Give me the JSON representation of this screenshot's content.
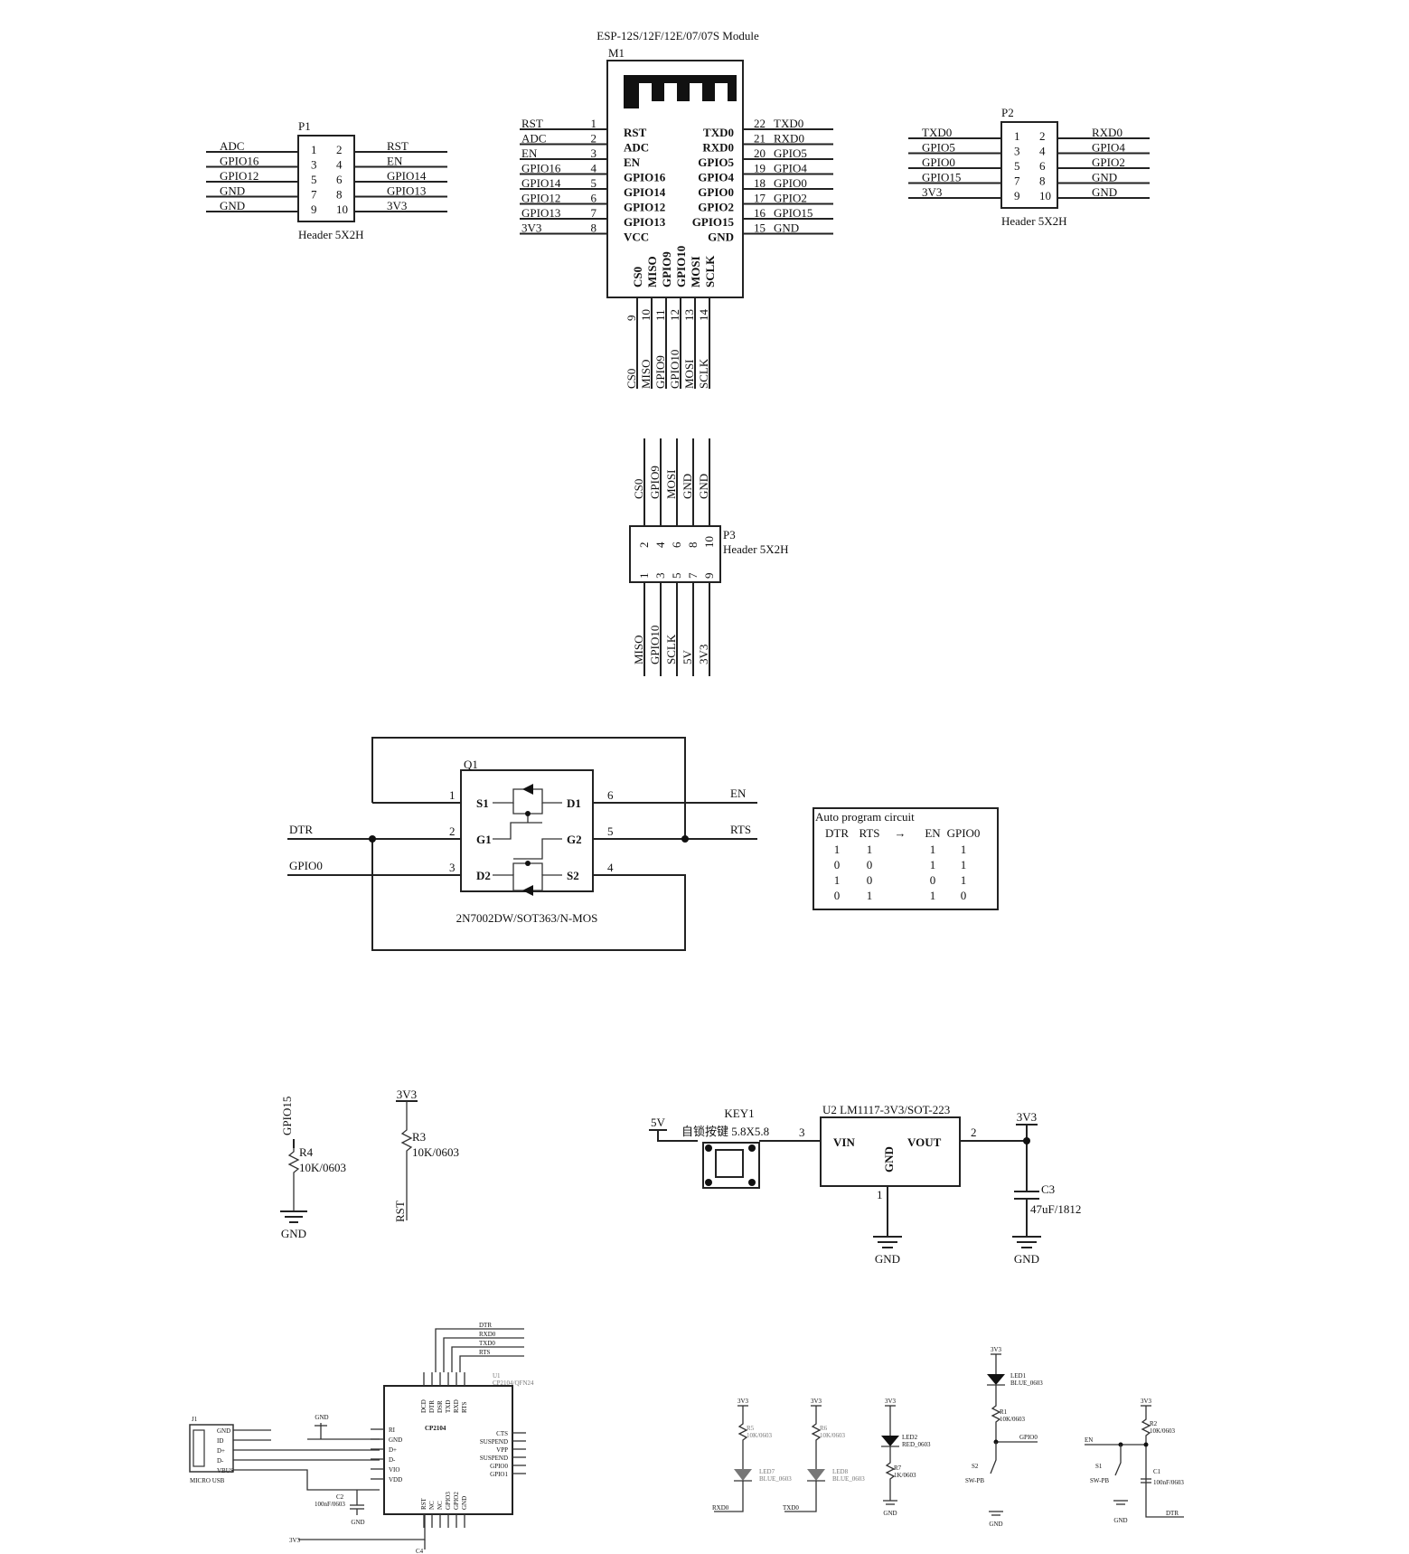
{
  "module": {
    "title": "ESP-12S/12F/12E/07/07S Module",
    "ref": "M1",
    "left_pins": [
      {
        "num": "1",
        "name": "RST",
        "net": "RST"
      },
      {
        "num": "2",
        "name": "ADC",
        "net": "ADC"
      },
      {
        "num": "3",
        "name": "EN",
        "net": "EN"
      },
      {
        "num": "4",
        "name": "GPIO16",
        "net": "GPIO16"
      },
      {
        "num": "5",
        "name": "GPIO14",
        "net": "GPIO14"
      },
      {
        "num": "6",
        "name": "GPIO12",
        "net": "GPIO12"
      },
      {
        "num": "7",
        "name": "GPIO13",
        "net": "GPIO13"
      },
      {
        "num": "8",
        "name": "VCC",
        "net": "3V3"
      }
    ],
    "right_pins": [
      {
        "num": "22",
        "name": "TXD0",
        "net": "TXD0"
      },
      {
        "num": "21",
        "name": "RXD0",
        "net": "RXD0"
      },
      {
        "num": "20",
        "name": "GPIO5",
        "net": "GPIO5"
      },
      {
        "num": "19",
        "name": "GPIO4",
        "net": "GPIO4"
      },
      {
        "num": "18",
        "name": "GPIO0",
        "net": "GPIO0"
      },
      {
        "num": "17",
        "name": "GPIO2",
        "net": "GPIO2"
      },
      {
        "num": "16",
        "name": "GPIO15",
        "net": "GPIO15"
      },
      {
        "num": "15",
        "name": "GND",
        "net": "GND"
      }
    ],
    "bottom_pins": [
      {
        "num": "9",
        "name": "CS0",
        "net": "CS0"
      },
      {
        "num": "10",
        "name": "MISO",
        "net": "MISO"
      },
      {
        "num": "11",
        "name": "GPIO9",
        "net": "GPIO9"
      },
      {
        "num": "12",
        "name": "GPIO10",
        "net": "GPIO10"
      },
      {
        "num": "13",
        "name": "MOSI",
        "net": "MOSI"
      },
      {
        "num": "14",
        "name": "SCLK",
        "net": "SCLK"
      }
    ]
  },
  "p1": {
    "ref": "P1",
    "footprint": "Header 5X2H",
    "rows": [
      {
        "l": "ADC",
        "a": "1",
        "b": "2",
        "r": "RST"
      },
      {
        "l": "GPIO16",
        "a": "3",
        "b": "4",
        "r": "EN"
      },
      {
        "l": "GPIO12",
        "a": "5",
        "b": "6",
        "r": "GPIO14"
      },
      {
        "l": "GND",
        "a": "7",
        "b": "8",
        "r": "GPIO13"
      },
      {
        "l": "GND",
        "a": "9",
        "b": "10",
        "r": "3V3"
      }
    ]
  },
  "p2": {
    "ref": "P2",
    "footprint": "Header 5X2H",
    "rows": [
      {
        "l": "TXD0",
        "a": "1",
        "b": "2",
        "r": "RXD0"
      },
      {
        "l": "GPIO5",
        "a": "3",
        "b": "4",
        "r": "GPIO4"
      },
      {
        "l": "GPIO0",
        "a": "5",
        "b": "6",
        "r": "GPIO2"
      },
      {
        "l": "GPIO15",
        "a": "7",
        "b": "8",
        "r": "GND"
      },
      {
        "l": "3V3",
        "a": "9",
        "b": "10",
        "r": "GND"
      }
    ]
  },
  "p3": {
    "ref": "P3",
    "footprint": "Header 5X2H",
    "top_nets": [
      "CS0",
      "GPIO9",
      "MOSI",
      "GND",
      "GND"
    ],
    "top_pins": [
      "2",
      "4",
      "6",
      "8",
      "10"
    ],
    "bottom_pins": [
      "1",
      "3",
      "5",
      "7",
      "9"
    ],
    "bottom_nets": [
      "MISO",
      "GPIO10",
      "SCLK",
      "5V",
      "3V3"
    ]
  },
  "q1": {
    "ref": "Q1",
    "part": "2N7002DW/SOT363/N-MOS",
    "left_pins": [
      {
        "num": "1",
        "name": "S1"
      },
      {
        "num": "2",
        "name": "G1"
      },
      {
        "num": "3",
        "name": "D2"
      }
    ],
    "right_pins": [
      {
        "num": "6",
        "name": "D1"
      },
      {
        "num": "5",
        "name": "G2"
      },
      {
        "num": "4",
        "name": "S2"
      }
    ],
    "nets": {
      "dtr": "DTR",
      "gpio0": "GPIO0",
      "en": "EN",
      "rts": "RTS"
    }
  },
  "auto_program": {
    "title": "Auto program circuit",
    "headers": [
      "DTR",
      "RTS",
      "→",
      "EN",
      "GPIO0"
    ],
    "rows": [
      [
        "1",
        "1",
        "",
        "1",
        "1"
      ],
      [
        "0",
        "0",
        "",
        "1",
        "1"
      ],
      [
        "1",
        "0",
        "",
        "0",
        "1"
      ],
      [
        "0",
        "1",
        "",
        "1",
        "0"
      ]
    ]
  },
  "r4": {
    "net_top": "GPIO15",
    "ref": "R4",
    "value": "10K/0603",
    "net_bottom": "GND"
  },
  "r3": {
    "net_top": "3V3",
    "ref": "R3",
    "value": "10K/0603",
    "net_bottom": "RST"
  },
  "power": {
    "net_in": "5V",
    "key_ref": "KEY1",
    "key_desc": "自锁按键 5.8X5.8",
    "reg_ref": "U2  LM1117-3V3/SOT-223",
    "vin": "VIN",
    "vout": "VOUT",
    "gnd_pin": "GND",
    "pin_vin": "3",
    "pin_vout": "2",
    "pin_gnd": "1",
    "net_out": "3V3",
    "cap_ref": "C3",
    "cap_value": "47uF/1812",
    "gnd1": "GND",
    "gnd2": "GND"
  },
  "usb": {
    "conn_ref": "J1",
    "conn_name": "MICRO USB",
    "conn_pins": [
      "GND",
      "ID",
      "D+",
      "D-",
      "VBUS"
    ],
    "nets_top": [
      "DTR",
      "RXD0",
      "TXD0",
      "RTS"
    ],
    "chip_ref": "U1",
    "chip_part": "CP2104/QFN24",
    "chip_name": "CP2104",
    "chip_left": [
      "RI",
      "GND",
      "D+",
      "D-",
      "VIO",
      "VDD"
    ],
    "chip_right": [
      "CTS",
      "SUSPEND",
      "VPP",
      "SUSPEND",
      "GPIO0",
      "GPIO1"
    ],
    "chip_top": [
      "DCD",
      "DTR",
      "DSR",
      "TXD",
      "RXD",
      "RTS"
    ],
    "chip_bottom": [
      "RST",
      "NC",
      "NC",
      "GPIO3",
      "GPIO2",
      "GND"
    ],
    "gnd": "GND",
    "cap_ref": "C2",
    "cap_value": "100nF/0603",
    "cap_gnd": "GND",
    "net_3v3": "3V3",
    "cap4_ref": "C4"
  },
  "leds": {
    "g1": {
      "net": "3V3",
      "res": "R5",
      "res_val": "10K/0603",
      "led": "LED7",
      "led_val": "BLUE_0603",
      "net_bottom": "RXD0"
    },
    "g2": {
      "net": "3V3",
      "res": "R6",
      "res_val": "10K/0603",
      "led": "LED8",
      "led_val": "BLUE_0603",
      "net_bottom": "TXD0"
    },
    "g3": {
      "net": "3V3",
      "led": "LED2",
      "led_val": "RED_0603",
      "res": "R7",
      "res_val": "1K/0603",
      "gnd": "GND"
    },
    "g4": {
      "net": "3V3",
      "led": "LED1",
      "led_val": "BLUE_0603",
      "res": "R1",
      "res_val": "10K/0603",
      "net_mid": "GPIO0",
      "sw": "S2",
      "sw_val": "SW-PB",
      "gnd": "GND"
    },
    "g5": {
      "net": "3V3",
      "net_en": "EN",
      "res": "R2",
      "res_val": "10K/0603",
      "sw": "S1",
      "sw_val": "SW-PB",
      "cap": "C1",
      "cap_val": "100nF/0603",
      "gnd": "GND",
      "net_dtr": "DTR"
    }
  }
}
